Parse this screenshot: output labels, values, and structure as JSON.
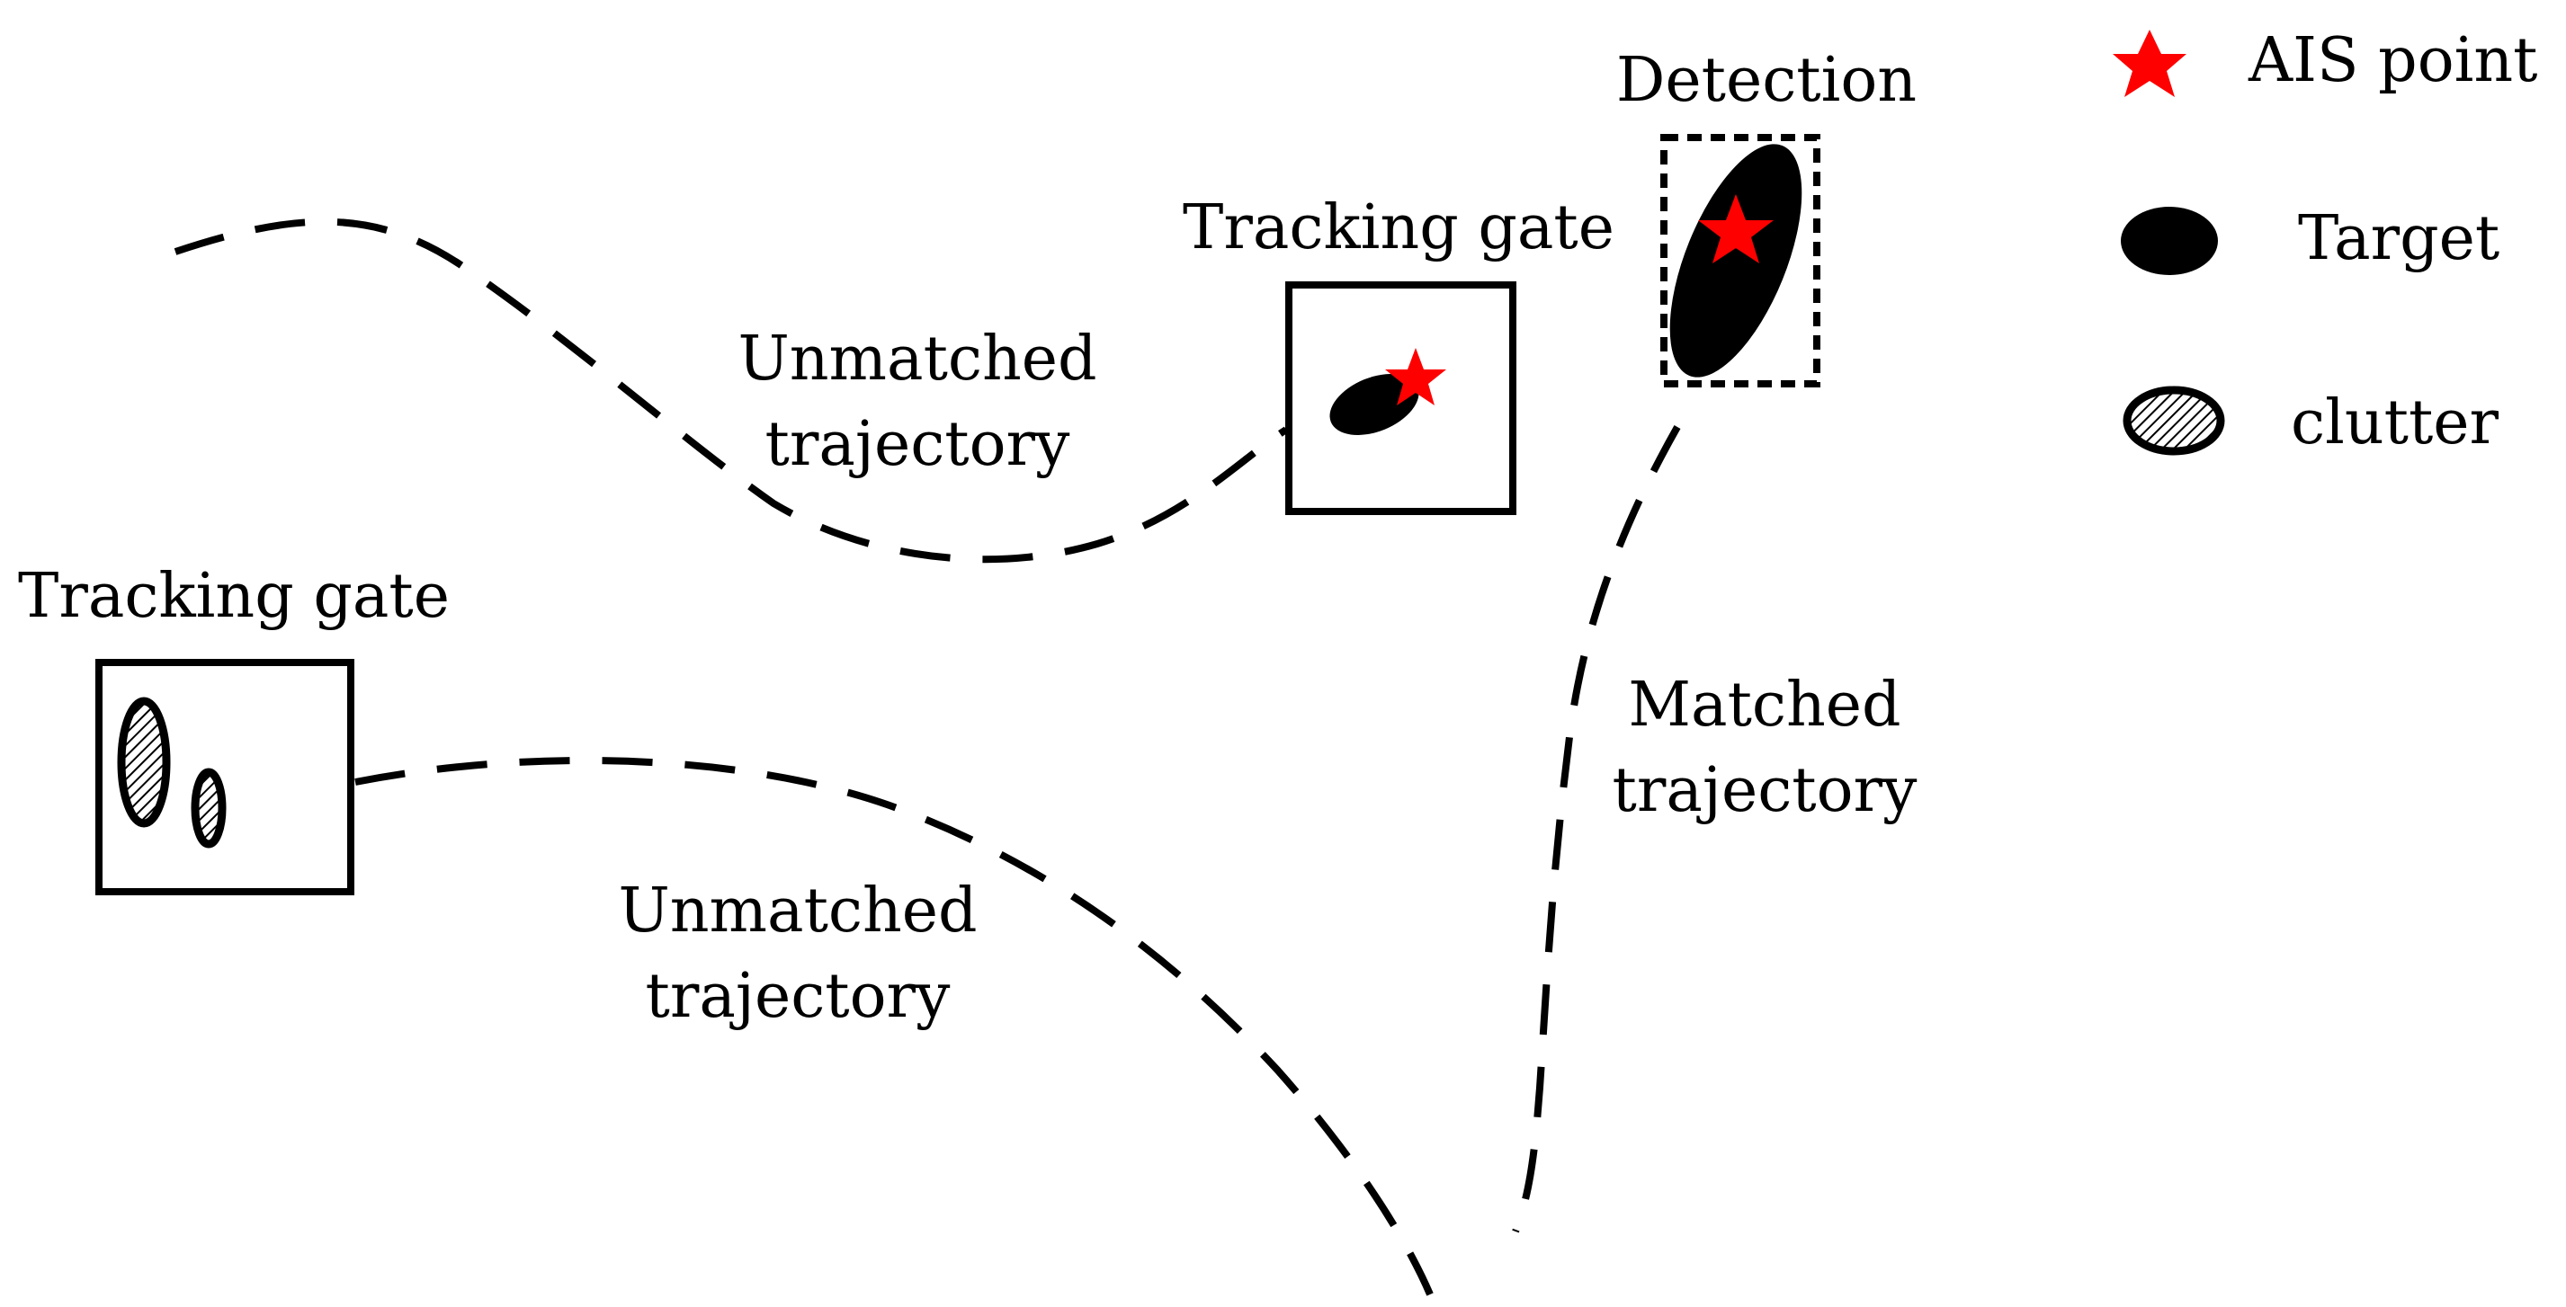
{
  "labels": {
    "detection": "Detection",
    "tracking_gate_top": "Tracking gate",
    "tracking_gate_left": "Tracking gate",
    "unmatched_top_line1": "Unmatched",
    "unmatched_top_line2": "trajectory",
    "unmatched_bottom_line1": "Unmatched",
    "unmatched_bottom_line2": "trajectory",
    "matched_line1": "Matched",
    "matched_line2": "trajectory"
  },
  "legend": {
    "ais_point": "AIS point",
    "target": "Target",
    "clutter": "clutter"
  },
  "colors": {
    "ais_star": "#ff0000",
    "ink": "#000000"
  },
  "icons": {
    "ais_point": "red-star-icon",
    "target": "filled-ellipse-icon",
    "clutter": "hatched-ellipse-icon"
  }
}
